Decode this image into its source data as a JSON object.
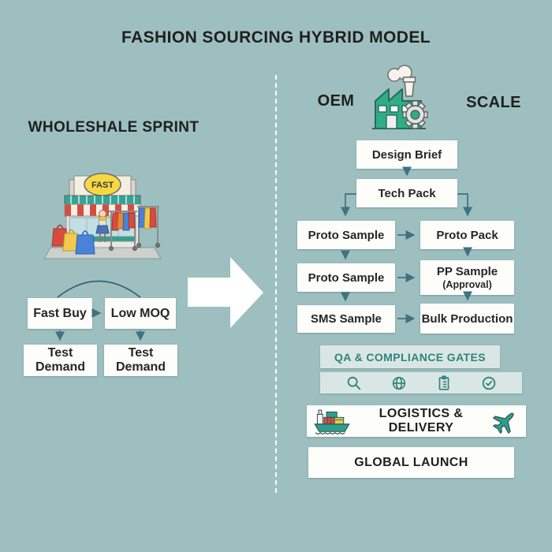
{
  "title": "FASHION SOURCING HYBRID MODEL",
  "colors": {
    "background": "#9dbfbf",
    "box_white": "#fdfdfa",
    "text_dark": "#1f1f1f",
    "flow_arrow": "#3f7280",
    "qa_bar_background": "#d9e7e4",
    "qa_teal": "#2f837c",
    "factory_green": "#2fae85",
    "accent_red": "#d94b40",
    "accent_yellow": "#f2c94c",
    "accent_blue": "#4a82d9",
    "divider_white": "#ffffff"
  },
  "left": {
    "heading": "WHOLESHALE SPRINT",
    "store_sign": "FAST",
    "boxes": {
      "fast_buy": "Fast Buy",
      "low_moq": "Low MOQ",
      "test_demand_1": "Test Demand",
      "test_demand_2": "Test Demand"
    }
  },
  "right": {
    "oem_label": "OEM",
    "scale_label": "SCALE",
    "flow": {
      "design_brief": "Design Brief",
      "tech_pack": "Tech Pack",
      "proto_sample_1": "Proto Sample",
      "proto_pack": "Proto Pack",
      "proto_sample_2": "Proto Sample",
      "pp_sample": "PP Sample",
      "pp_sample_sub": "(Approval)",
      "sms_sample": "SMS Sample",
      "bulk_production": "Bulk Production"
    },
    "qa": {
      "label": "QA & COMPLIANCE GATES",
      "icons": [
        "magnifier-icon",
        "globe-icon",
        "checklist-icon",
        "check-circle-icon"
      ]
    },
    "logistics_label": "LOGISTICS & DELIVERY",
    "global_launch_label": "GLOBAL LAUNCH"
  }
}
